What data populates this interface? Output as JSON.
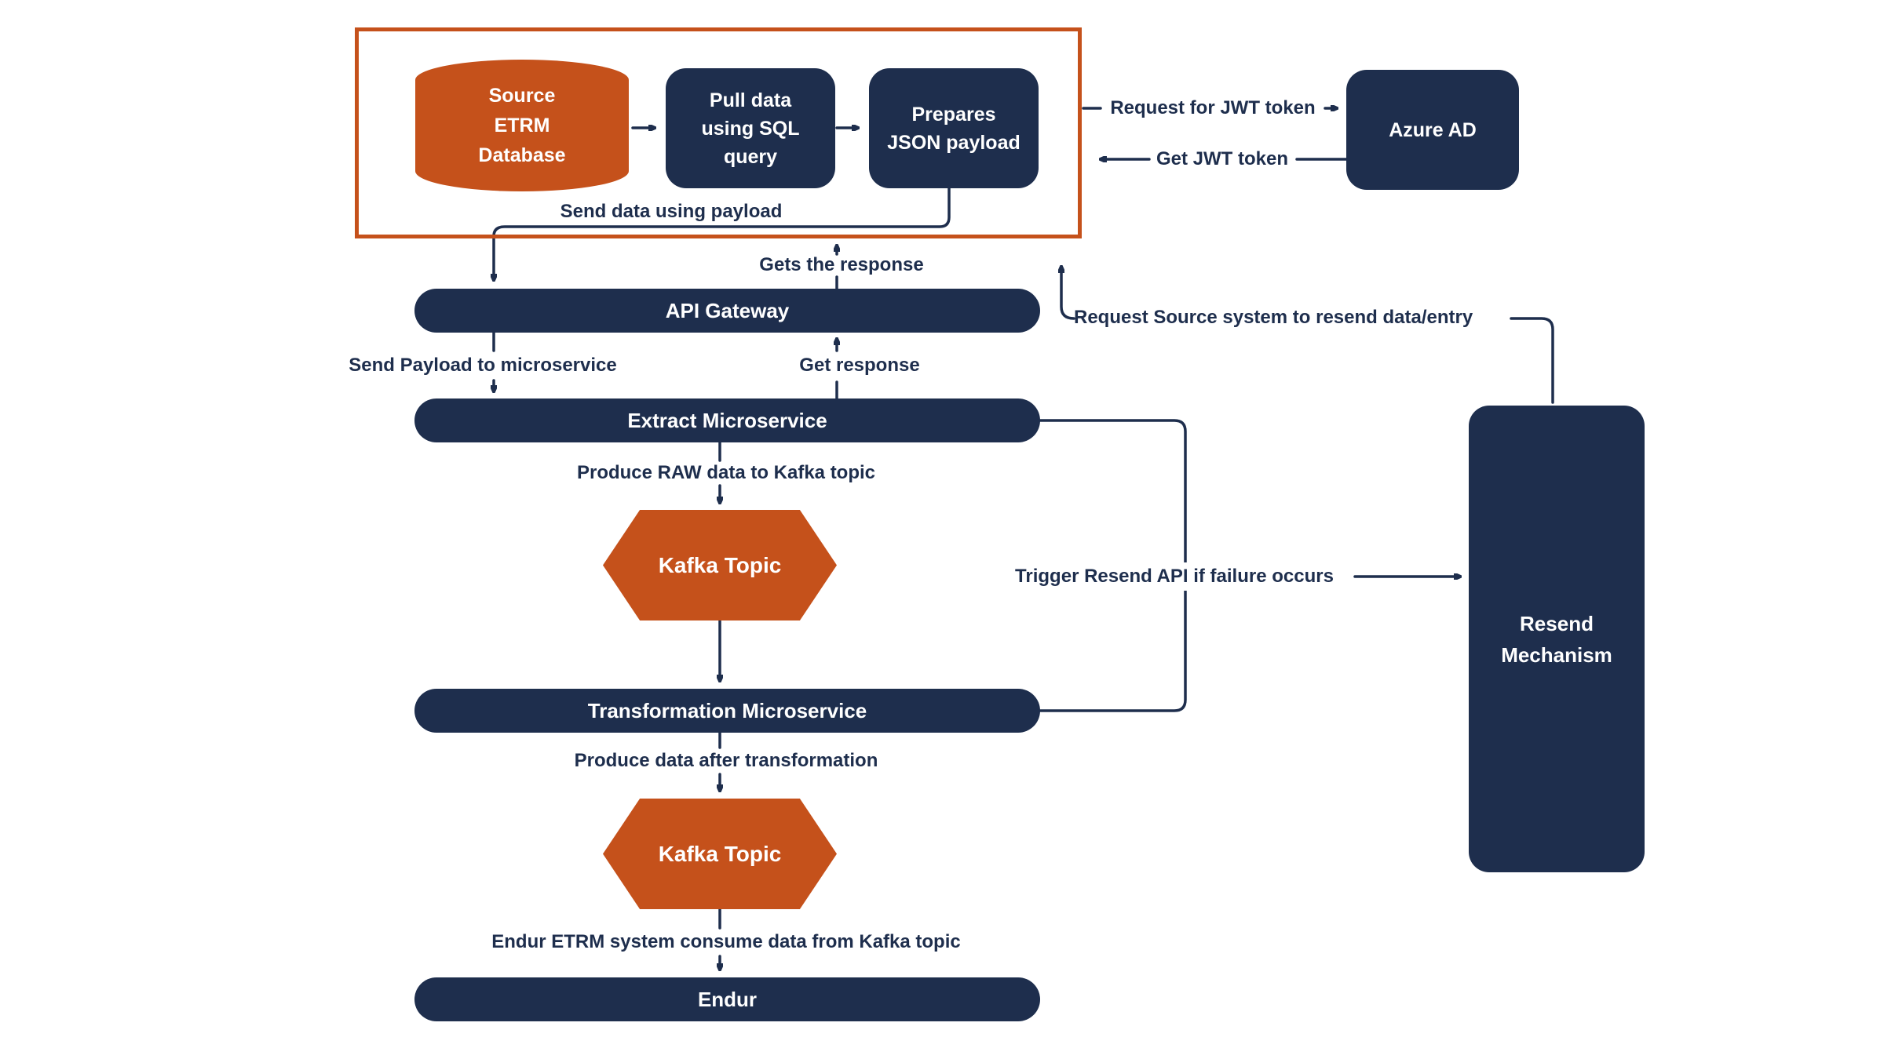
{
  "colors": {
    "navy": "#1E2E4D",
    "orange": "#C5511B",
    "background": "#FFFFFF",
    "text_light": "#FFFFFF"
  },
  "nodes": {
    "source_db": {
      "lines": [
        "Source",
        "ETRM",
        "Database"
      ]
    },
    "pull_data": {
      "lines": [
        "Pull data",
        "using SQL",
        "query"
      ]
    },
    "prepares_payload": {
      "lines": [
        "Prepares",
        "JSON payload"
      ]
    },
    "azure_ad": {
      "label": "Azure AD"
    },
    "api_gateway": {
      "label": "API Gateway"
    },
    "extract_microservice": {
      "label": "Extract Microservice"
    },
    "kafka_topic_1": {
      "label": "Kafka Topic"
    },
    "transformation_microservice": {
      "label": "Transformation Microservice"
    },
    "kafka_topic_2": {
      "label": "Kafka Topic"
    },
    "endur": {
      "label": "Endur"
    },
    "resend_mechanism": {
      "lines": [
        "Resend",
        "Mechanism"
      ]
    }
  },
  "edge_labels": {
    "send_data": "Send data using payload",
    "gets_response": "Gets the response",
    "request_jwt": "Request for JWT token",
    "get_jwt": "Get JWT token",
    "send_payload": "Send Payload to microservice",
    "get_response": "Get response",
    "request_source": "Request Source system to resend data/entry",
    "produce_raw": "Produce RAW data to Kafka topic",
    "trigger_resend": "Trigger Resend API if failure occurs",
    "produce_data": "Produce data after transformation",
    "endur_consume": "Endur ETRM system consume data from Kafka topic"
  }
}
